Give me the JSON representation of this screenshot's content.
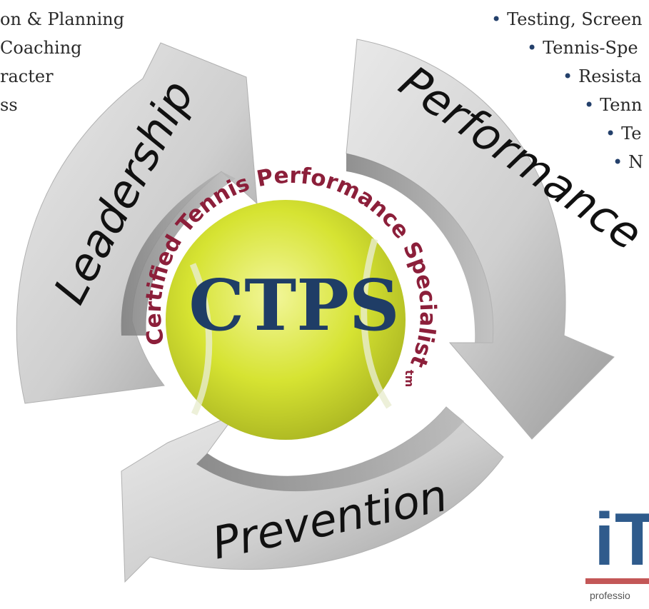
{
  "center": {
    "acronym": "CTPS",
    "arc_title": "Certified Tennis Performance Specialist",
    "tm": "tm"
  },
  "segments": {
    "leadership": "Leadership",
    "performance": "Performance",
    "prevention": "Prevention"
  },
  "left_list": [
    "on & Planning",
    "Coaching",
    "racter",
    "ss"
  ],
  "right_list": [
    "Testing, Screen",
    "Tennis-Spe",
    "Resista",
    "Tenn",
    "Te",
    "N"
  ],
  "logo": {
    "letters": "iT",
    "subtitle": "professio"
  },
  "colors": {
    "arrow_light": "#d6d6d6",
    "arrow_dark": "#8f8f8f",
    "accent_red": "#8c1f3a",
    "acronym_blue": "#1f3d66",
    "ball": "#d9e63a"
  }
}
